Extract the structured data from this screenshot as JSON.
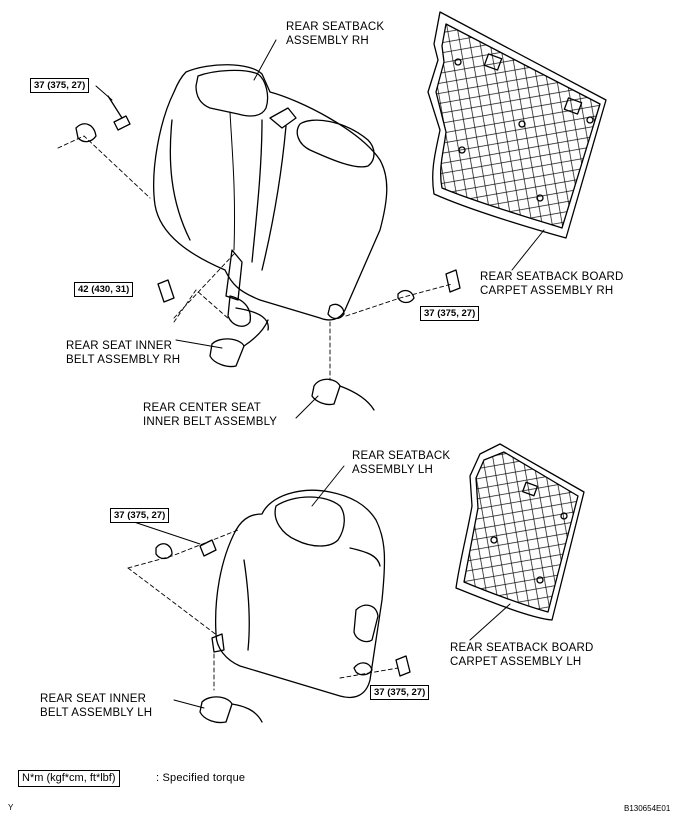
{
  "labels": {
    "rear_seatback_rh": [
      "REAR SEATBACK",
      "ASSEMBLY RH"
    ],
    "rear_seatback_board_rh": [
      "REAR SEATBACK BOARD",
      "CARPET ASSEMBLY RH"
    ],
    "rear_seat_inner_belt_rh": [
      "REAR SEAT INNER",
      "BELT ASSEMBLY RH"
    ],
    "rear_center_seat_inner_belt": [
      "REAR CENTER SEAT",
      "INNER BELT ASSEMBLY"
    ],
    "rear_seatback_lh": [
      "REAR SEATBACK",
      "ASSEMBLY LH"
    ],
    "rear_seatback_board_lh": [
      "REAR SEATBACK BOARD",
      "CARPET ASSEMBLY LH"
    ],
    "rear_seat_inner_belt_lh": [
      "REAR SEAT INNER",
      "BELT ASSEMBLY LH"
    ]
  },
  "torques": {
    "top_left": "37 (375, 27)",
    "belt_rh": "42 (430, 31)",
    "right_rh": "37 (375, 27)",
    "left_lh": "37 (375, 27)",
    "right_lh": "37 (375, 27)"
  },
  "legend": {
    "units": "N*m (kgf*cm, ft*lbf)",
    "description": ": Specified torque"
  },
  "corner_letter": "Y",
  "figure_code": "B130654E01"
}
